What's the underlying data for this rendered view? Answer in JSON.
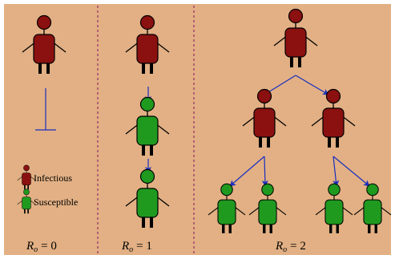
{
  "colors": {
    "background": "#e2b084",
    "infectious": "#8b1010",
    "susceptible": "#1f9a1f",
    "arrow": "#1a2fbf",
    "divider": "#9a2a6a"
  },
  "legend": {
    "infectious_label": "Infectious",
    "susceptible_label": "Susceptible"
  },
  "panels": [
    {
      "r_symbol": "R",
      "r_subscript": "o",
      "r_value": "= 0"
    },
    {
      "r_symbol": "R",
      "r_subscript": "o",
      "r_value": "= 1"
    },
    {
      "r_symbol": "R",
      "r_subscript": "o",
      "r_value": "= 2"
    }
  ]
}
